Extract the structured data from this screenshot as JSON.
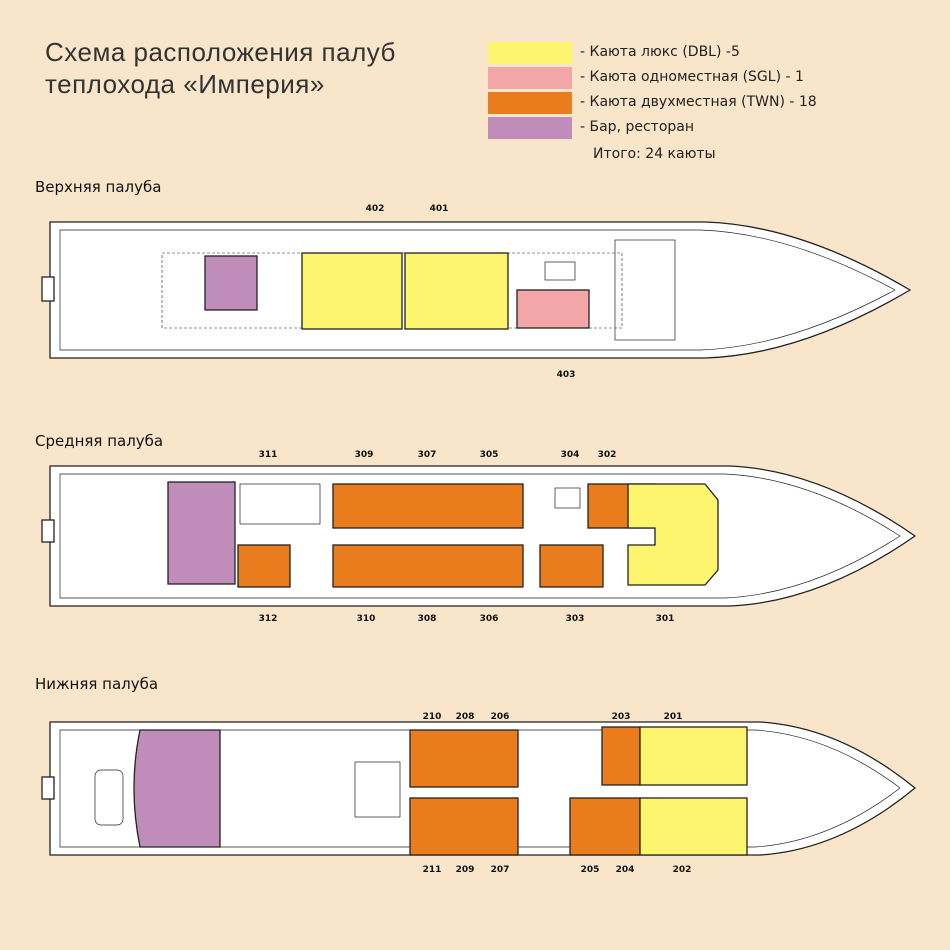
{
  "title": {
    "line1": "Схема расположения палуб",
    "line2": "теплохода «Империя»"
  },
  "legend": {
    "items": [
      {
        "label": "- Каюта люкс (DBL) -5",
        "color": "#fdf56e"
      },
      {
        "label": "- Каюта одноместная (SGL) - 1",
        "color": "#f2a6a8"
      },
      {
        "label": "- Каюта двухместная (TWN) - 18",
        "color": "#e97d1d"
      },
      {
        "label": "- Бар, ресторан",
        "color": "#c08dba"
      }
    ],
    "total": "Итого: 24 каюты"
  },
  "colors": {
    "background": "#f9e5c9",
    "hull": "#ffffff",
    "outline": "#222222",
    "lux": "#fdf56e",
    "single": "#f2a6a8",
    "twin": "#e97d1d",
    "bar": "#c08dba"
  },
  "decks": {
    "upper": {
      "label": "Верхняя палуба",
      "cabins": [
        "402",
        "401",
        "403"
      ]
    },
    "middle": {
      "label": "Средняя палуба",
      "cabins": [
        "311",
        "309",
        "307",
        "305",
        "304",
        "302",
        "312",
        "310",
        "308",
        "306",
        "303",
        "301"
      ]
    },
    "lower": {
      "label": "Нижняя палуба",
      "cabins": [
        "210",
        "208",
        "206",
        "203",
        "201",
        "211",
        "209",
        "207",
        "205",
        "204",
        "202"
      ]
    }
  }
}
